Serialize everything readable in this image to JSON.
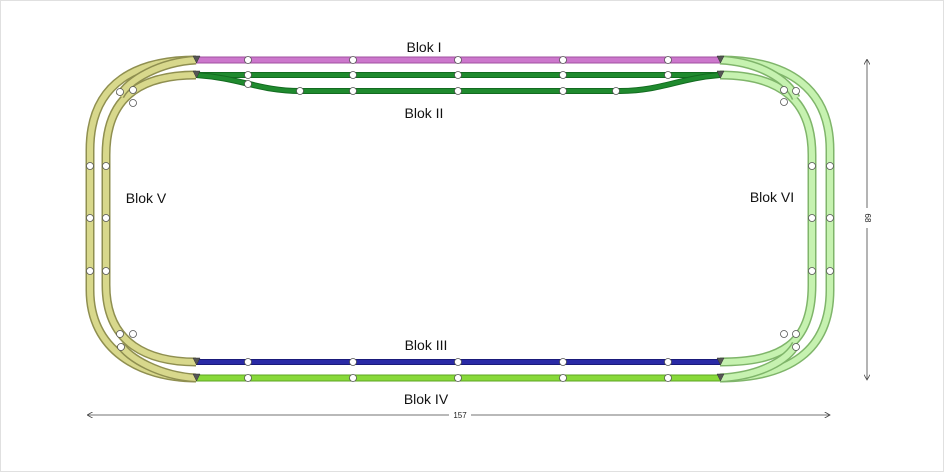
{
  "blocks": {
    "b1": "Blok I",
    "b2": "Blok II",
    "b3": "Blok III",
    "b4": "Blok IV",
    "b5": "Blok V",
    "b6": "Blok VI"
  },
  "dimensions": {
    "width": "157",
    "height": "68"
  },
  "colors": {
    "blok_i": "#cc77cc",
    "blok_ii": "#1f8a2e",
    "blok_iii": "#2a2aa6",
    "blok_iv": "#88d93a",
    "blok_v": "#d6d68a",
    "blok_vi": "#b9f0a0"
  }
}
